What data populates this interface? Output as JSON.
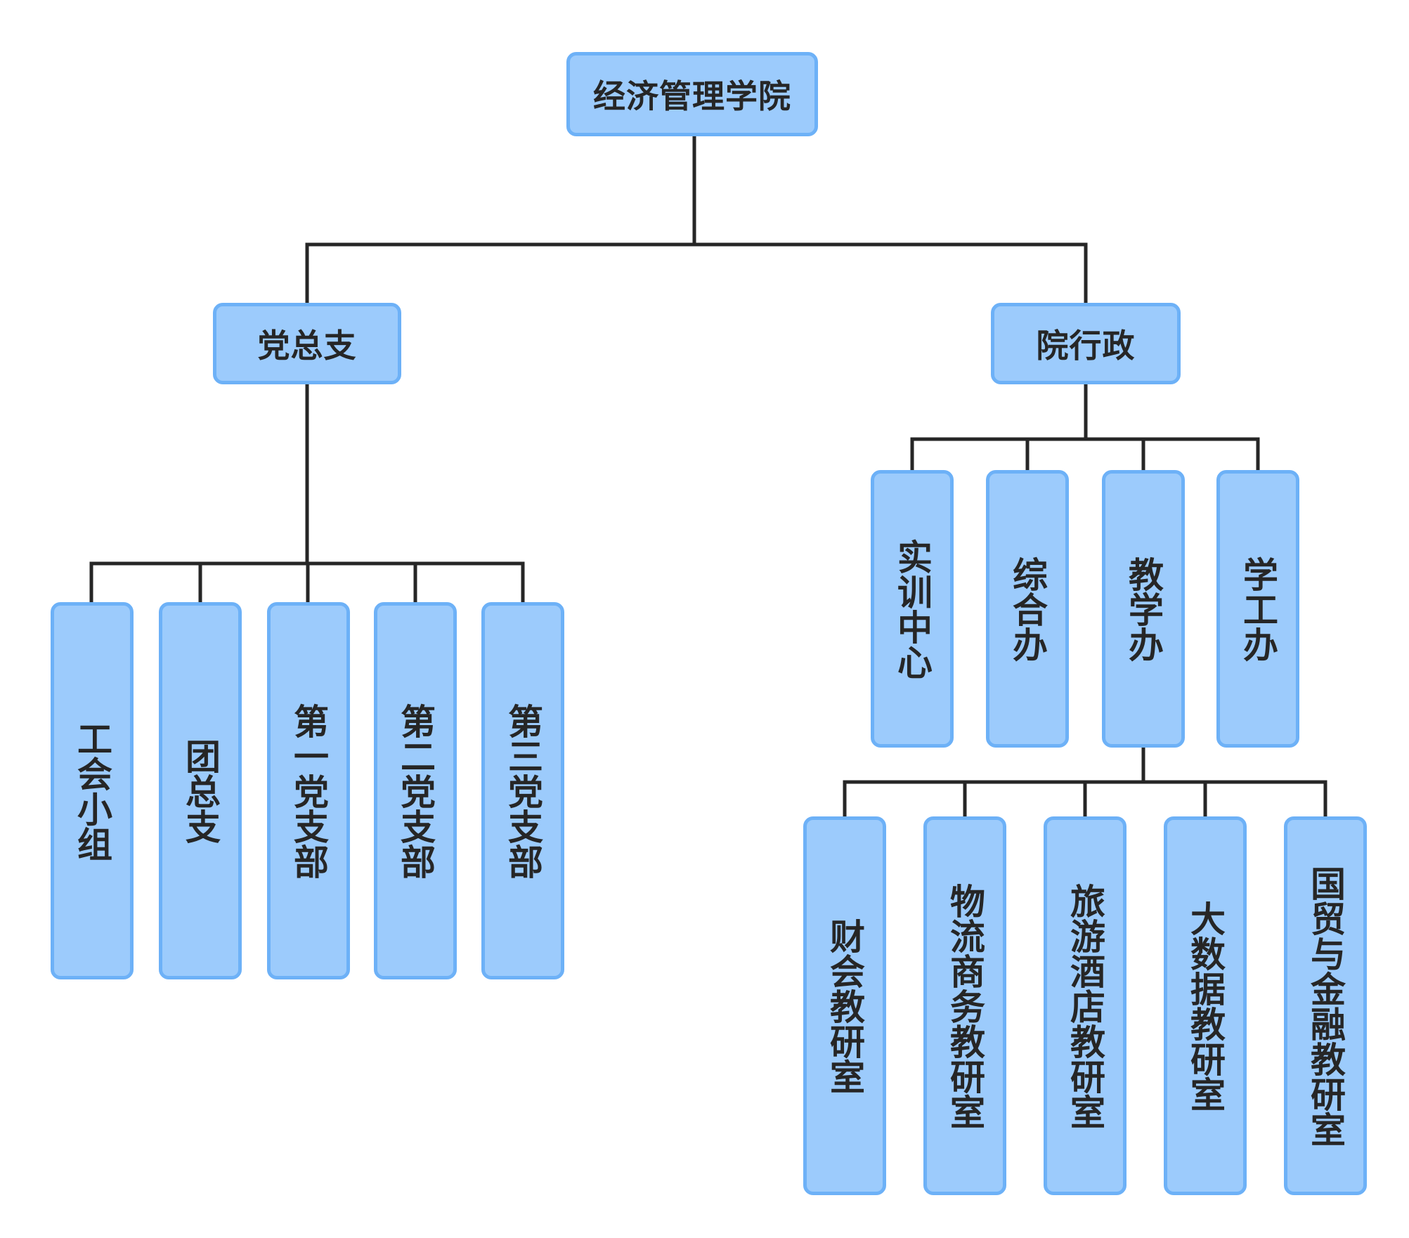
{
  "colors": {
    "node_fill": "#9ccbfc",
    "node_border": "#6db1f7",
    "node_text": "#262626",
    "connector": "#262626"
  },
  "chart": {
    "root": {
      "label": "经济管理学院"
    },
    "branches": [
      {
        "label": "党总支",
        "children": [
          "工会小组",
          "团总支",
          "第一党支部",
          "第二党支部",
          "第三党支部"
        ]
      },
      {
        "label": "院行政",
        "children": [
          "实训中心",
          "综合办",
          "教学办",
          "学工办"
        ],
        "sub_parent": "教学办",
        "sub_children": [
          "财会教研室",
          "物流商务教研室",
          "旅游酒店教研室",
          "大数据教研室",
          "国贸与金融教研室"
        ]
      }
    ]
  }
}
